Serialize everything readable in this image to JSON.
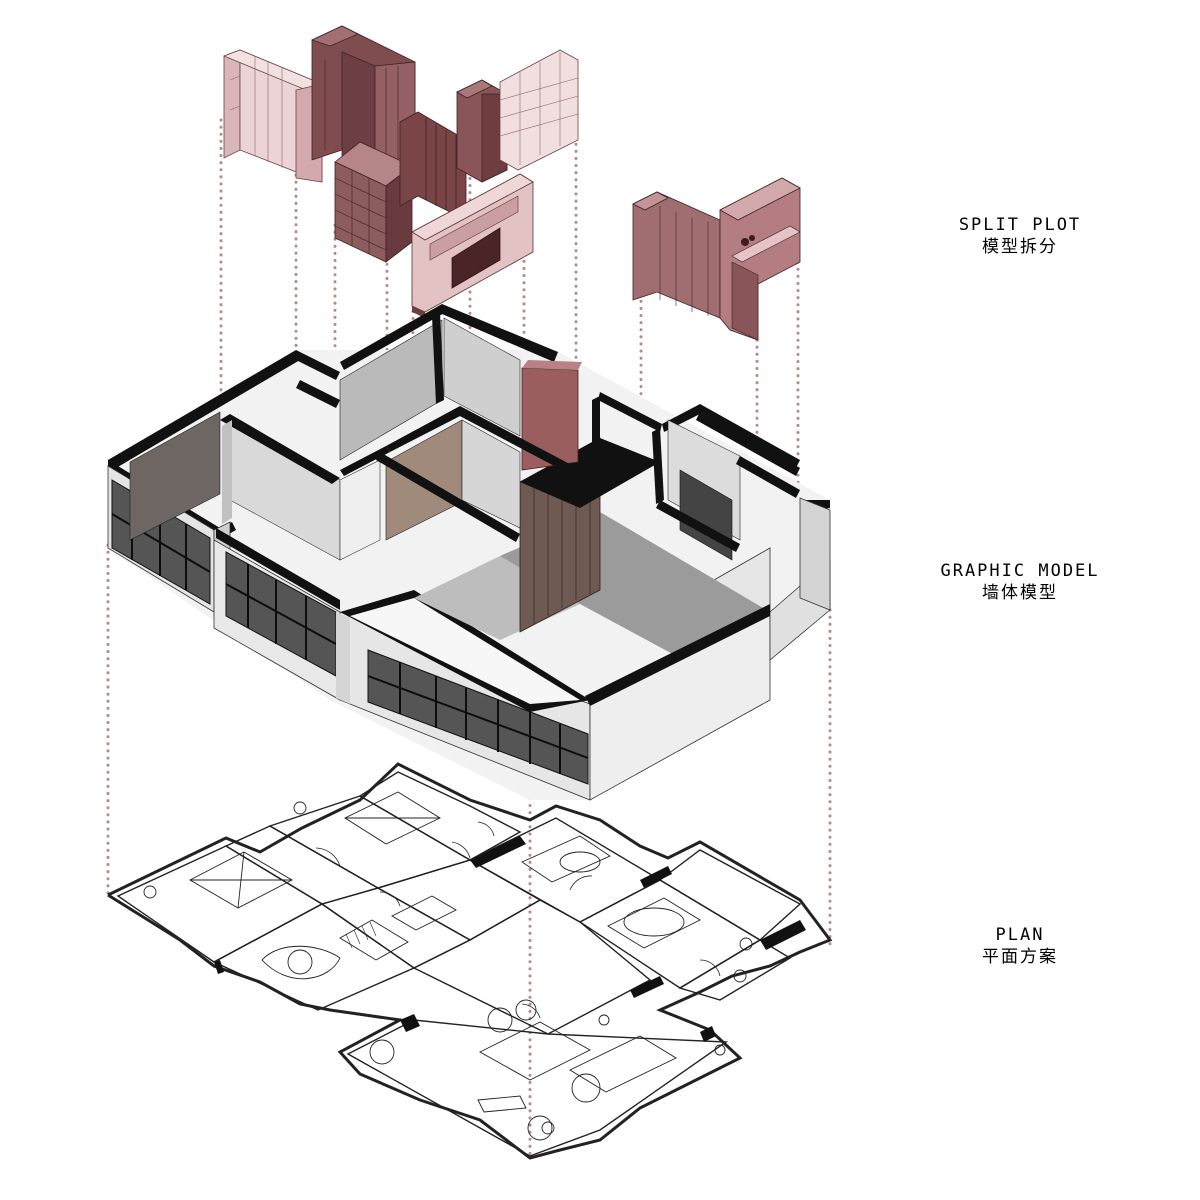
{
  "labels": {
    "split": {
      "en": "SPLIT PLOT",
      "zh": "模型拆分"
    },
    "model": {
      "en": "GRAPHIC MODEL",
      "zh": "墙体模型"
    },
    "plan": {
      "en": "PLAN",
      "zh": "平面方案"
    }
  },
  "colors": {
    "background": "#ffffff",
    "wall_black": "#111111",
    "wall_white": "#e9e9e9",
    "wall_shade": "#cfcfcf",
    "glass": "#4a4a4a",
    "floor_grey": "#a8a8a8",
    "furniture_dark": "#7a4a4c",
    "furniture_mid": "#a57477",
    "furniture_light": "#e4c8ca",
    "wood_panel": "#8a6a5c",
    "guide_dots": "#b58a8c",
    "plan_line": "#222222"
  }
}
